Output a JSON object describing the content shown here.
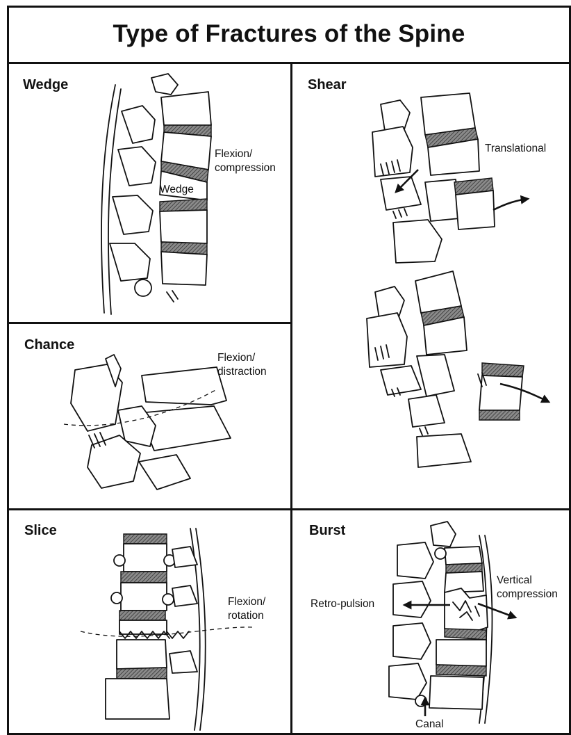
{
  "title": "Type of Fractures of the Spine",
  "panels": {
    "wedge": {
      "label": "Wedge",
      "annotations": {
        "mechanism": "Flexion/\ncompression",
        "site": "Wedge"
      }
    },
    "chance": {
      "label": "Chance",
      "annotations": {
        "mechanism": "Flexion/\ndistraction"
      }
    },
    "slice": {
      "label": "Slice",
      "annotations": {
        "mechanism": "Flexion/\nrotation"
      }
    },
    "shear": {
      "label": "Shear",
      "annotations": {
        "mechanism": "Translational"
      }
    },
    "burst": {
      "label": "Burst",
      "annotations": {
        "left": "Retro-pulsion",
        "right": "Vertical\ncompression",
        "bottom": "Canal"
      }
    }
  }
}
